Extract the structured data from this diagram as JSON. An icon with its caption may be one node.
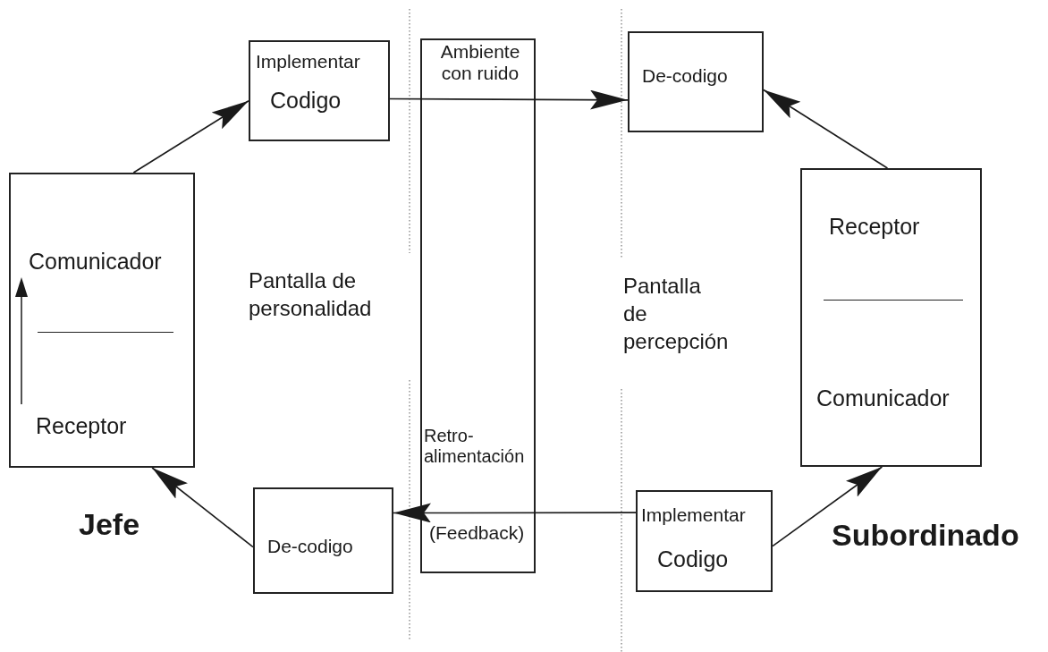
{
  "diagram": {
    "nodes": [
      {
        "text": [
          "Implementar",
          "Codigo"
        ]
      },
      {
        "text": [
          "De-codigo"
        ]
      },
      {
        "text": [
          "Comunicador",
          "Receptor"
        ],
        "beside": [
          "Jefe"
        ]
      },
      {
        "text": [
          "Receptor",
          "Comunicador"
        ],
        "beside": [
          "Subordinado"
        ]
      },
      {
        "text": [
          "De-codigo"
        ]
      },
      {
        "text": [
          "Implementar",
          "Codigo"
        ]
      }
    ],
    "edges": [
      {
        "from": 2,
        "to": 0,
        "arrow": "to"
      },
      {
        "from": 0,
        "to": 1,
        "arrow": "to",
        "label": "Ambiente con ruido"
      },
      {
        "from": 3,
        "to": 1,
        "arrow": "to"
      },
      {
        "from": 5,
        "to": 3,
        "arrow": "to"
      },
      {
        "from": 5,
        "to": 4,
        "arrow": "to",
        "label": "Retro-alimentación"
      },
      {
        "from": 4,
        "to": 2,
        "arrow": "to"
      }
    ],
    "labels": [
      "Pantalla de personalidad",
      "Pantalla de percepción",
      "(Feedback)"
    ]
  }
}
